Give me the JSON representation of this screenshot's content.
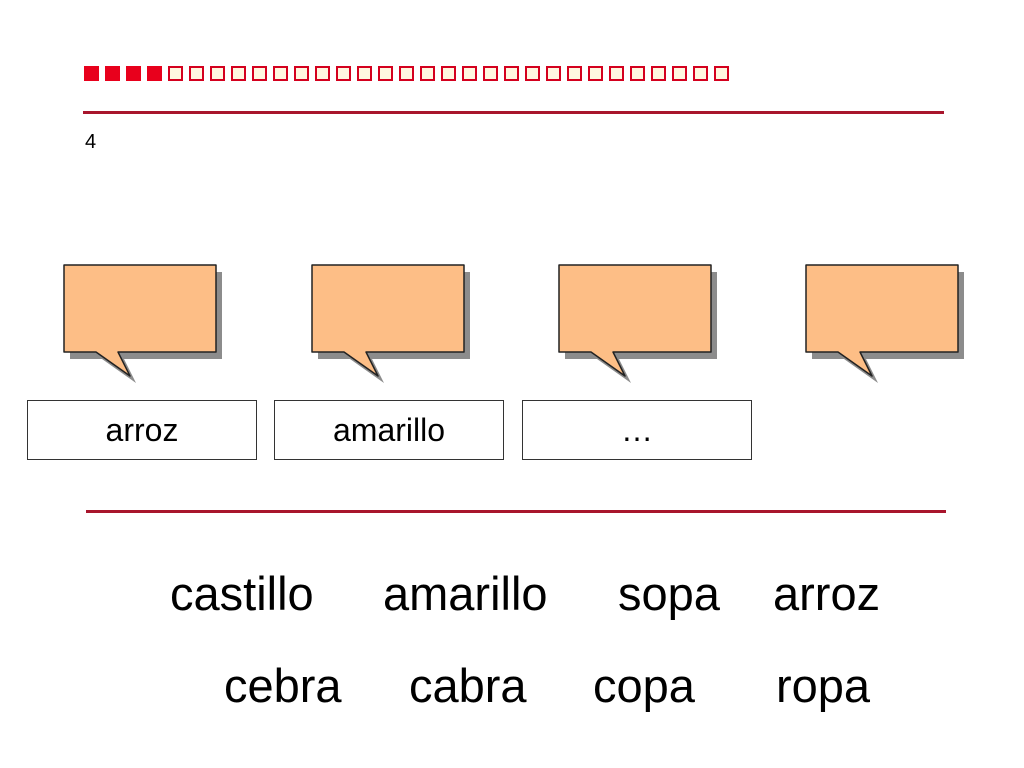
{
  "progress": {
    "total": 31,
    "filled": 4
  },
  "page_number": "4",
  "label_boxes": [
    "arroz",
    "amarillo",
    "…"
  ],
  "word_bank": {
    "row1": [
      "castillo",
      "amarillo",
      "sopa",
      "arroz"
    ],
    "row2": [
      "cebra",
      "cabra",
      "copa",
      "ropa"
    ]
  },
  "colors": {
    "accent_red": "#e8001c",
    "rule": "#a8152c",
    "bubble_fill": "#fdbe86",
    "bubble_shadow": "#8c8c8c"
  }
}
